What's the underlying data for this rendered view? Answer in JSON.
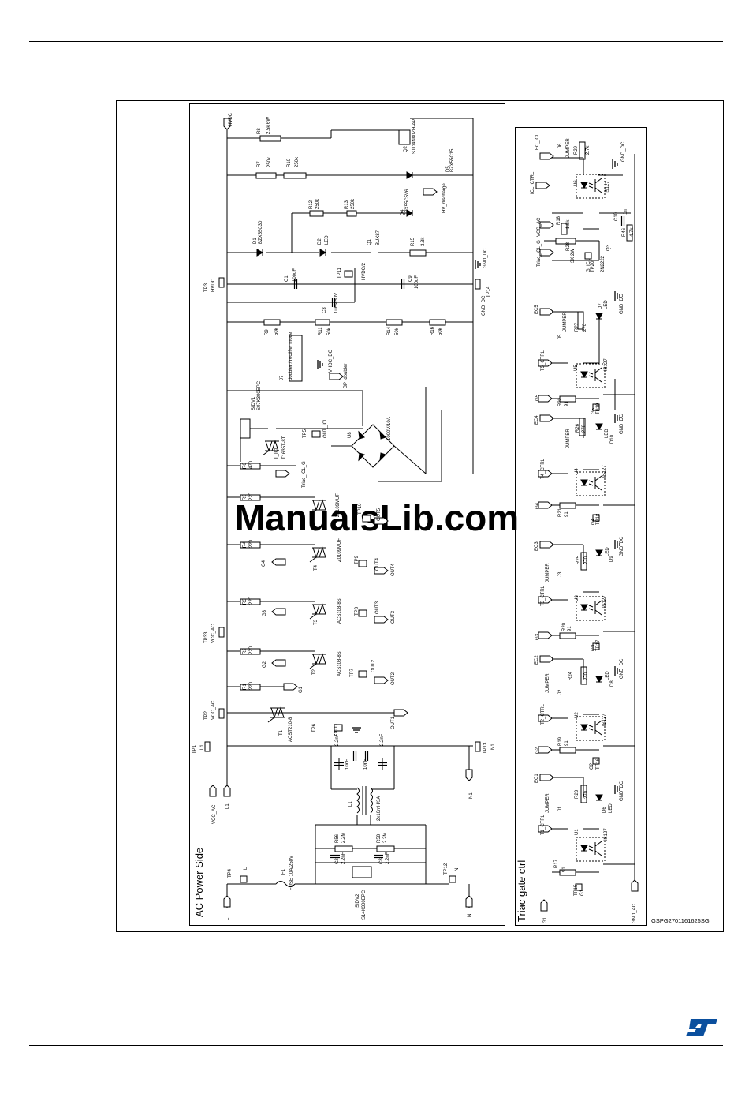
{
  "page": {
    "watermark": "ManualsLib.com",
    "figure_code": "GSPG2701161625SG",
    "logo_text": "ST"
  },
  "colors": {
    "ink": "#000000",
    "watermark": "#cfd9ec",
    "logo": "#0a4f9e"
  },
  "sections": {
    "ac_power": "AC Power Side",
    "triac_gate": "Triac gate ctrl"
  },
  "ac_labels": {
    "hvdc_top": "HVDC",
    "R8": "R8",
    "R8_val": "2.5k 6W",
    "Q2": "Q2",
    "Q2_val": "STD4N80ZH-AP",
    "D5": "D5",
    "D5_val": "BZX55C15",
    "R7": "R7",
    "R7_val": "250k",
    "R10": "R10",
    "R10_val": "250k",
    "D4": "D4",
    "D4_val": "BZX55C5V6",
    "hv_discharge": "HV_discharge",
    "R12": "R12",
    "R12_val": "250k",
    "R13": "R13",
    "R13_val": "250k",
    "D1": "D1",
    "D1_val": "BZX55C30",
    "D2": "D2",
    "D2_val": "LED",
    "Q1": "Q1",
    "Q1_val": "BUX87",
    "R15": "R15",
    "R15_val": "3.3k",
    "gnd_dc_a": "GND_DC",
    "TP11": "TP11",
    "hvdc2": "HVDC/2",
    "TP3": "TP3",
    "hvdc_tp3": "HVDC",
    "C1": "C1",
    "C1_val": "100uF",
    "C9": "C9",
    "C9_val": "100uF",
    "TP14": "TP14",
    "gnd_dc_b": "GND_DC",
    "C3": "C3",
    "C3_val": "1uF/450V",
    "R9": "R9",
    "R9_val": "50k",
    "R11": "R11",
    "R11_val": "50k",
    "R14": "R14",
    "R14_val": "50k",
    "R16": "R16",
    "R16_val": "50k",
    "J7": "J7",
    "J7_val": "doubler / rectifier mode",
    "vhdc_dc": "VHDC_DC",
    "bp_doubler": "BP_doubler",
    "SIDV1": "SIDV1",
    "SIDV1_val": "S07K300EPC",
    "TP5": "TP5",
    "out_icl": "OUT_ICL",
    "U8": "U8",
    "U8_val": "1000V/10A",
    "R6": "R6",
    "R6_val": "470",
    "triac_icl_g": "Triac_ICL_G",
    "T_ICL": "T_ICL",
    "T_ICL_val": "T1635T-8T",
    "R5": "R5",
    "R5_val": "220",
    "T5_val": "Z0109MUF",
    "T5_tp": "TP10",
    "out5": "OUT5",
    "R4": "R4",
    "R4_val": "220",
    "G4": "G4",
    "T4": "T4",
    "T4_val": "Z0109MUF",
    "TP9": "TP9",
    "out4_tp": "OUT4",
    "out4": "OUT4",
    "R3": "R3",
    "R3_val": "220",
    "G3": "G3",
    "T3": "T3",
    "T3_val": "ACS108-8S",
    "TP8": "TP8",
    "out3_tp": "OUT3",
    "out3": "OUT3",
    "TP33": "TP33",
    "vcc_ac_a": "VCC_AC",
    "R2": "R2",
    "R2_val": "220",
    "G2": "G2",
    "T2": "T2",
    "T2_val": "ACS108-8S",
    "TP7": "TP7",
    "out2_tp": "OUT2",
    "out2": "OUT2",
    "R1": "R1",
    "R1_val": "220",
    "G1": "G1",
    "TP2": "TP2",
    "vcc_ac_b": "VCC_AC",
    "T1": "T1",
    "T1_val": "ACST210-8",
    "TP6": "TP6",
    "out1_tp": "OUT1",
    "out1": "OUT1",
    "TP1": "TP1",
    "L1_tp": "L1",
    "TP13": "TP13",
    "N1_tp": "N1",
    "C4": "2.2nF",
    "C5": "2.2nF",
    "C6": "10nF",
    "C7": "10nF",
    "vcc_ac_c": "VCC_AC",
    "L1_in": "L1",
    "N1_out": "N1",
    "L1_choke": "L1",
    "L1_val": "2x10mH/3A",
    "R56": "R56",
    "R56_val": "2.2M",
    "R58": "R58",
    "R58_val": "2.2M",
    "C2": "C2",
    "C2_val": "2.2nF",
    "C8": "C8",
    "C8_val": "2.2nF",
    "TP4": "TP4",
    "L_tp": "L",
    "F1": "F1",
    "F1_val": "FUSE 10A/250V",
    "TP12": "TP12",
    "N_tp": "N",
    "SIDV2": "SIDV2",
    "SIDV2_val": "S14K300EPC",
    "L_in": "L",
    "N_in": "N"
  },
  "gate_labels": {
    "EC_ICL": "EC_ICL",
    "J6": "J6",
    "jumper_icl": "JUMPER",
    "R29": "R29",
    "R29_val": "2.7k",
    "gnd_dc_icl": "GND_DC",
    "icl_ctrl": "ICL_CTRL",
    "U6": "U6",
    "U6_val": "IS127",
    "C10": "C10",
    "C10_val": "1n",
    "vcc_ac_g": "VCC_AC",
    "R18": "R18",
    "R18_val": "1.5k",
    "R46": "R46",
    "R46_val": "4.7k",
    "triac_icl_g2": "Triac_ICL_G",
    "R28": "R28",
    "R28_val": "3K 2W",
    "Q3": "Q3",
    "Q3_val": "2N2222",
    "G_ICL": "G_ICL",
    "TP20": "TP20",
    "EC5": "EC5",
    "J5": "J5",
    "jumper5": "JUMPER",
    "R27": "R27",
    "R27_val": "270",
    "D7": "D7",
    "led7": "LED",
    "gnd_dc_5": "GND_DC",
    "T5_ctrl": "T5_CTRL",
    "U5": "U5",
    "U5_val": "IS127",
    "G5": "G5",
    "R22": "R22",
    "R22_val": "91",
    "G5b": "G5",
    "TP19": "TP19",
    "EC4": "EC4",
    "jumper4": "JUMPER",
    "R26": "R26",
    "R26_val": "270",
    "D10": "D10",
    "led10": "LED",
    "gnd_dc_4": "GND_DC",
    "T4_ctrl": "T4_CTRL",
    "U4": "U4",
    "U4_val": "IS127",
    "G4": "G4",
    "R21": "R21",
    "R21_val": "91",
    "G4b": "G4",
    "TP18": "TP18",
    "EC3": "EC3",
    "J3": "J3",
    "jumper3": "JUMPER",
    "R25": "R25",
    "R25_val": "270",
    "D9": "D9",
    "led9": "LED",
    "gnd_dc_3": "GND_DC",
    "T3_ctrl": "T3_CTRL",
    "U3": "U3",
    "U3_val": "IS127",
    "G3": "G3",
    "R20": "R20",
    "R20_val": "91",
    "G3b": "G3",
    "TP17": "TP17",
    "EC2": "EC2",
    "J2": "J2",
    "jumper2": "JUMPER",
    "R24": "R24",
    "R24_val": "270",
    "D8": "D8",
    "led8": "LED",
    "gnd_dc_2": "GND_DC",
    "T2_ctrl": "T2_CTRL",
    "U2": "U2",
    "U2_val": "IS127",
    "G2": "G2",
    "R19": "R19",
    "R19_val": "91",
    "G2b": "G2",
    "TP16": "TP16",
    "EC1": "EC1",
    "J1": "J1",
    "jumper1": "JUMPER",
    "R23": "R23",
    "R23_val": "270",
    "D6": "D6",
    "led6": "LED",
    "gnd_dc_1": "GND_DC",
    "T1_ctrl": "T1_CTRL",
    "U1": "U1",
    "U1_val": "IS127",
    "G1": "G1",
    "R17": "R17",
    "R17_val": "91",
    "TP15": "TP15",
    "G1b": "G1",
    "gnd_ac": "GND_AC"
  }
}
